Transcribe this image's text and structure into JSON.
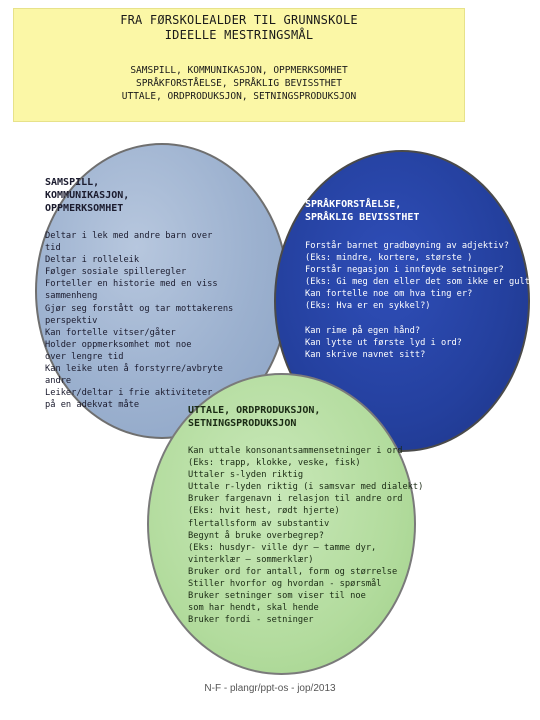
{
  "banner": {
    "title_line1": "FRA FØRSKOLEALDER TIL GRUNNSKOLE",
    "title_line2": "IDEELLE MESTRINGSMÅL",
    "sub_line1": "SAMSPILL, KOMMUNIKASJON, OPPMERKSOMHET",
    "sub_line2": "SPRÅKFORSTÅELSE, SPRÅKLIG BEVISSTHET",
    "sub_line3": "UTTALE, ORDPRODUKSJON, SETNINGSPRODUKSJON"
  },
  "circle1": {
    "heading": [
      "SAMSPILL,",
      "KOMMUNIKASJON,",
      "OPPMERKSOMHET"
    ],
    "items": [
      "Deltar i lek med andre barn over",
      "tid",
      "Deltar i rolleleik",
      "Følger sosiale spilleregler",
      "Forteller en historie med en viss",
      "sammenheng",
      "Gjør seg forstått og tar mottakerens",
      "perspektiv",
      "Kan fortelle vitser/gåter",
      "Holder oppmerksomhet mot noe",
      "over lengre tid",
      "Kan leike uten å forstyrre/avbryte",
      "andre",
      "Leiker/deltar i frie aktiviteter",
      "på en adekvat måte"
    ]
  },
  "circle2": {
    "heading": [
      "SPRÅKFORSTÅELSE,",
      "SPRÅKLIG BEVISSTHET"
    ],
    "items": [
      "Forstår barnet gradbøyning av adjektiv?",
      "(Eks: mindre, kortere, største )",
      "Forstår negasjon i innføyde setninger?",
      "(Eks: Gi meg den eller det som ikke er gult)",
      "Kan fortelle noe om hva ting er?",
      "(Eks: Hva er en sykkel?)",
      "",
      "Kan rime på egen hånd?",
      "Kan lytte ut første lyd i ord?",
      "Kan skrive navnet sitt?"
    ]
  },
  "circle3": {
    "heading": [
      "UTTALE, ORDPRODUKSJON,",
      "SETNINGSPRODUKSJON"
    ],
    "items": [
      "Kan uttale konsonantsammensetninger i ord",
      "(Eks: trapp, klokke, veske, fisk)",
      "Uttaler s-lyden riktig",
      "Uttale r-lyden riktig (i samsvar med dialekt)",
      "Bruker fargenavn i relasjon til andre ord",
      "(Eks: hvit hest, rødt hjerte)",
      "flertallsform av substantiv",
      "Begynt å bruke overbegrep?",
      "(Eks: husdyr- ville dyr – tamme dyr,",
      "vinterklær – sommerklær)",
      "Bruker ord for antall, form og størrelse",
      "Stiller hvorfor og hvordan - spørsmål",
      "Bruker setninger som viser til noe",
      "som har hendt, skal hende",
      "Bruker fordi - setninger"
    ]
  },
  "footer": "N-F - plangr/ppt-os - jop/2013"
}
